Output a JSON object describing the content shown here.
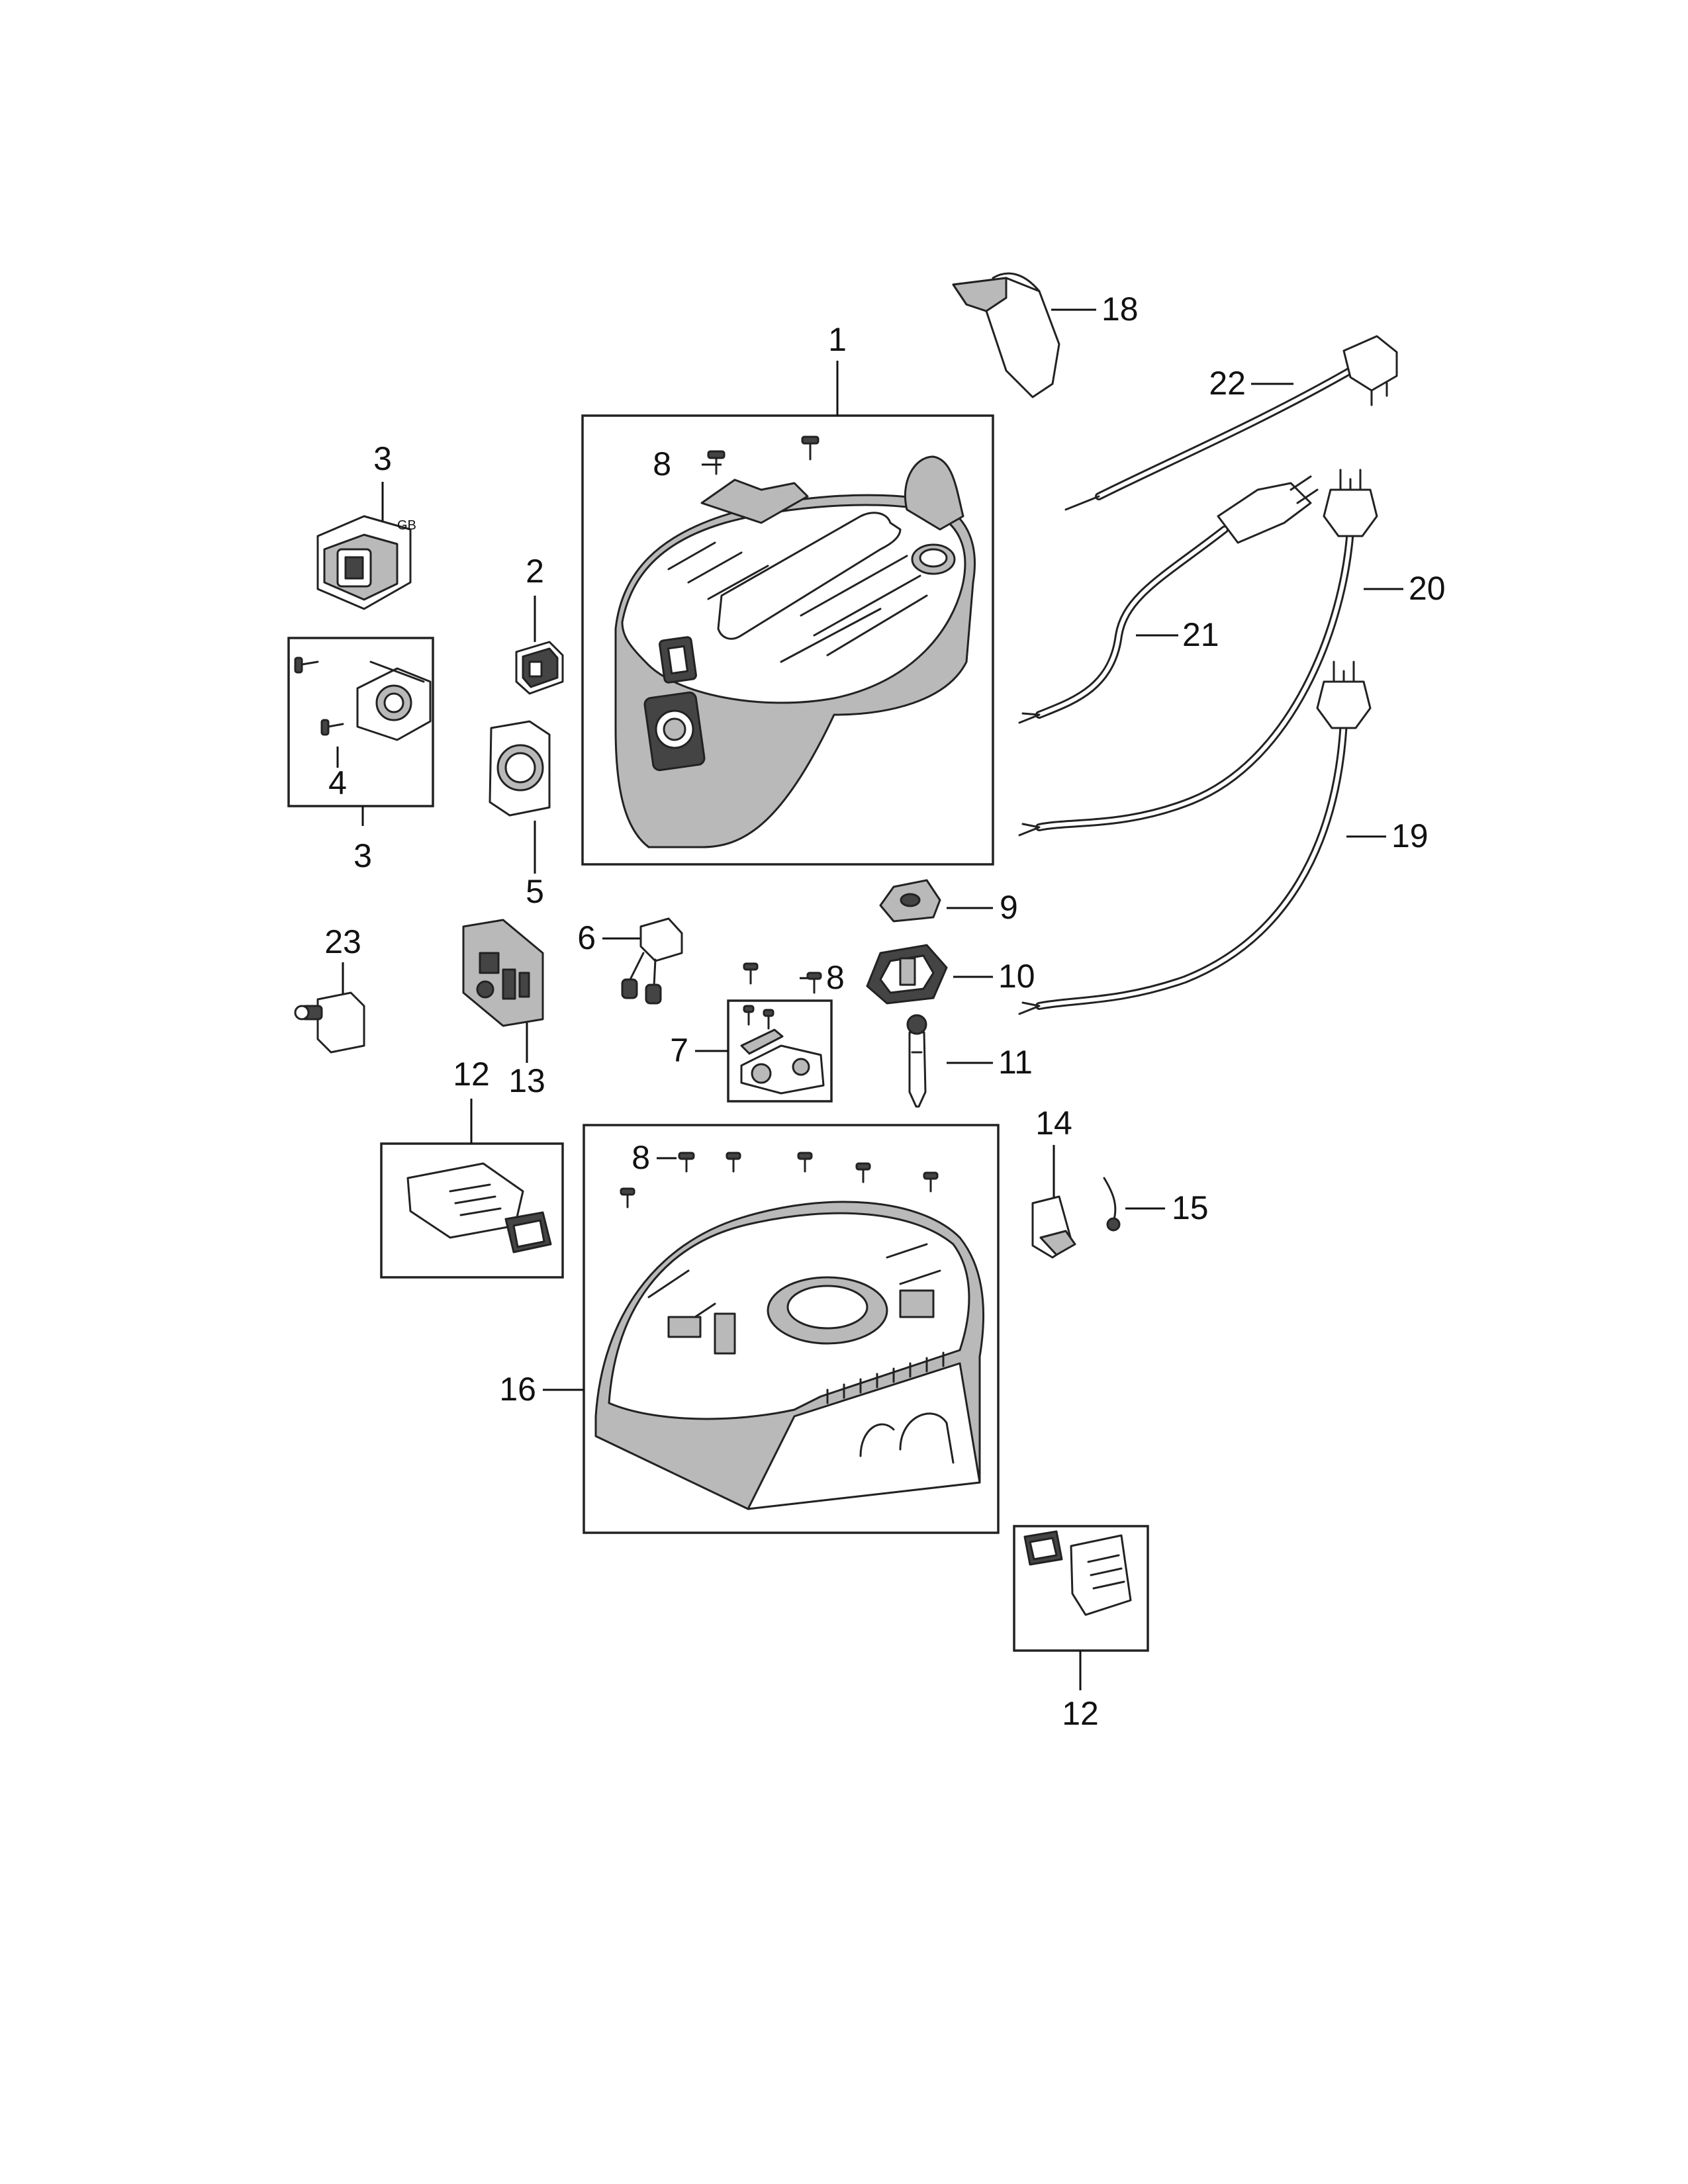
{
  "labels": {
    "p1": "1",
    "p2": "2",
    "p3_top": "3",
    "gb": "GB",
    "p3_box": "3",
    "p4": "4",
    "p5": "5",
    "p6": "6",
    "p7": "7",
    "p8_top": "8",
    "p8_mid": "8",
    "p8_base": "8",
    "p9": "9",
    "p10": "10",
    "p11": "11",
    "p12_left": "12",
    "p12_right": "12",
    "p13": "13",
    "p14": "14",
    "p15": "15",
    "p16": "16",
    "p18": "18",
    "p19": "19",
    "p20": "20",
    "p21": "21",
    "p22": "22",
    "p23": "23"
  },
  "colors": {
    "line": "#111111",
    "part_fill": "#ffffff",
    "shade": "#b9b9b9",
    "dark": "#444444"
  }
}
